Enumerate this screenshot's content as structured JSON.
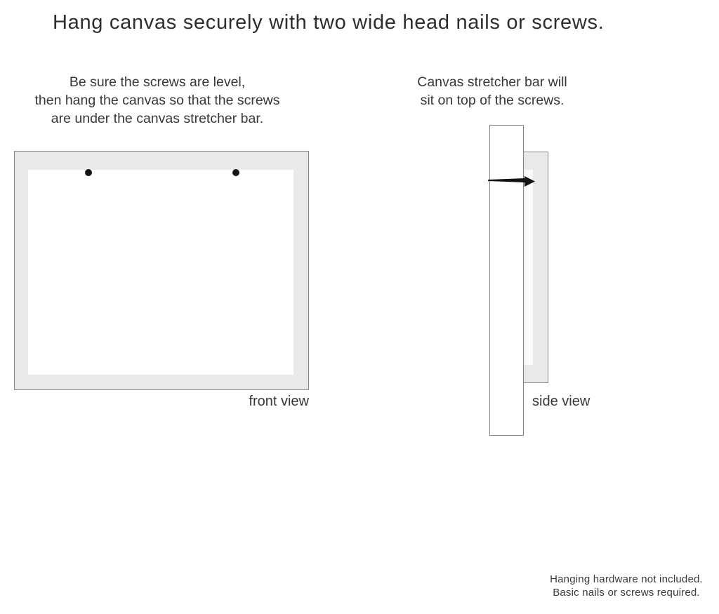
{
  "title": "Hang canvas securely with two wide head nails or screws.",
  "instructions": {
    "left_lines": [
      "Be sure the screws are level,",
      "then hang the canvas so that the screws",
      "are under the canvas stretcher bar."
    ],
    "right_lines": [
      "Canvas stretcher bar will",
      "sit on top of the screws."
    ]
  },
  "labels": {
    "front_view": "front view",
    "side_view": "side view"
  },
  "footnote_lines": [
    "Hanging hardware not included.",
    "Basic nails or screws required."
  ],
  "icons": {
    "nail": "nail-icon",
    "screw_dots": "wide-head-nail-dots"
  },
  "colors": {
    "background": "#ffffff",
    "text": "#2e2e2e",
    "text_body": "#383838",
    "canvas_gray": "#e9e9e9",
    "border_gray": "#858585",
    "nail_black": "#141414"
  }
}
